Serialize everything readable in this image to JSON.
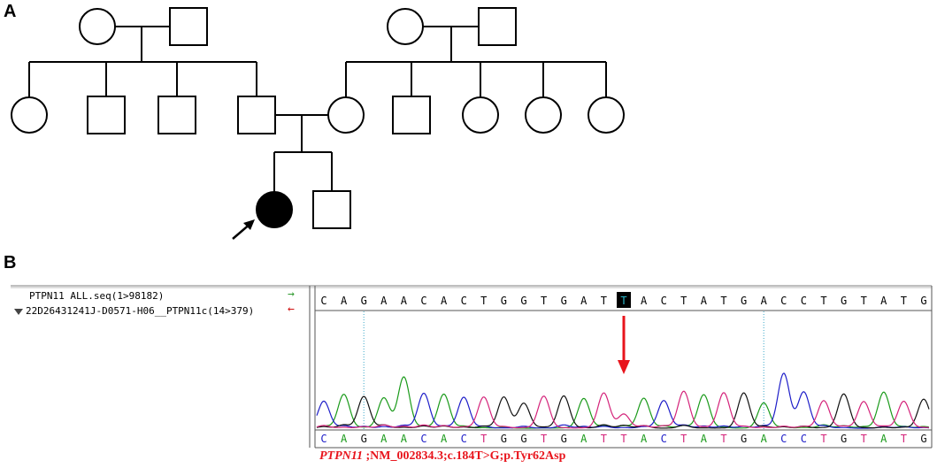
{
  "panels": {
    "a_label": "A",
    "b_label": "B"
  },
  "pedigree": {
    "generation1": [
      {
        "family": "paternal",
        "members": [
          {
            "sex": "female",
            "affected": false
          },
          {
            "sex": "male",
            "affected": false
          }
        ]
      },
      {
        "family": "maternal",
        "members": [
          {
            "sex": "female",
            "affected": false
          },
          {
            "sex": "male",
            "affected": false
          }
        ]
      }
    ],
    "generation2": [
      {
        "sex": "female",
        "affected": false
      },
      {
        "sex": "male",
        "affected": false
      },
      {
        "sex": "male",
        "affected": false
      },
      {
        "sex": "male",
        "affected": false,
        "role": "father"
      },
      {
        "sex": "female",
        "affected": false,
        "role": "mother"
      },
      {
        "sex": "male",
        "affected": false
      },
      {
        "sex": "female",
        "affected": false
      },
      {
        "sex": "female",
        "affected": false
      },
      {
        "sex": "female",
        "affected": false
      }
    ],
    "generation3": [
      {
        "sex": "female",
        "affected": true,
        "proband": true
      },
      {
        "sex": "male",
        "affected": false
      }
    ]
  },
  "sequence_view": {
    "tracks": [
      {
        "label": "PTPN11 ALL.seq(1>98182)",
        "arrow": "→",
        "arrow_color": "#2e9a2e"
      },
      {
        "label": "22D26431241J-D0571-H06__PTPN11c(14>379)",
        "arrow": "←",
        "arrow_color": "#d01010"
      }
    ],
    "reference_bases": "CAGAACACTGGTGATTACTATGACCTGTATG",
    "called_bases": "CAGAACACTGGTGATTACTATGACCTGTATG",
    "highlight_index": 15,
    "marker_color": "#e8141c",
    "base_colors": {
      "A": "#1a9a1a",
      "C": "#1e1ec8",
      "G": "#111111",
      "T": "#d4237a"
    }
  },
  "caption": {
    "gene": "PTPN11",
    "rest": " ;NM_002834.3;c.184T>G;p.Tyr62Asp"
  }
}
